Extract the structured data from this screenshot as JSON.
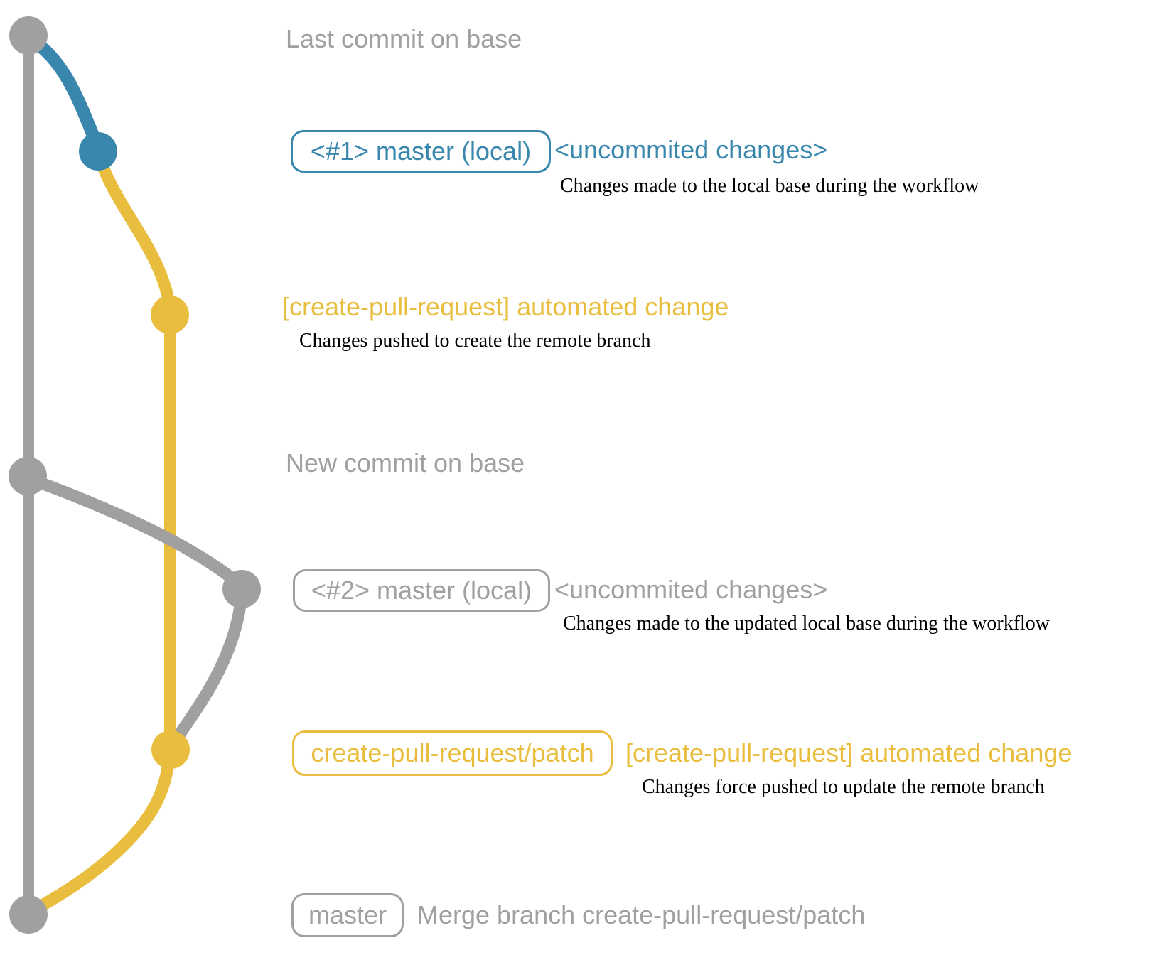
{
  "colors": {
    "gray": "#a0a0a0",
    "blue": "#3a87ad",
    "yellow": "#e9bd3d",
    "black": "#000000"
  },
  "rows": {
    "row1": {
      "caption": "Last commit on base"
    },
    "row2": {
      "badge": "<#1> master (local)",
      "annotation": "<uncommited changes>",
      "description": "Changes made to the local base during the workflow"
    },
    "row3": {
      "message": "[create-pull-request] automated change",
      "description": "Changes pushed to create the remote branch"
    },
    "row4": {
      "caption": "New commit on base"
    },
    "row5": {
      "badge": "<#2> master (local)",
      "annotation": "<uncommited changes>",
      "description": "Changes made to the updated local base during the workflow"
    },
    "row6": {
      "badge": "create-pull-request/patch",
      "message": "[create-pull-request] automated change",
      "description": "Changes force pushed to update the remote branch"
    },
    "row7": {
      "badge": "master",
      "message": "Merge branch create-pull-request/patch"
    }
  }
}
